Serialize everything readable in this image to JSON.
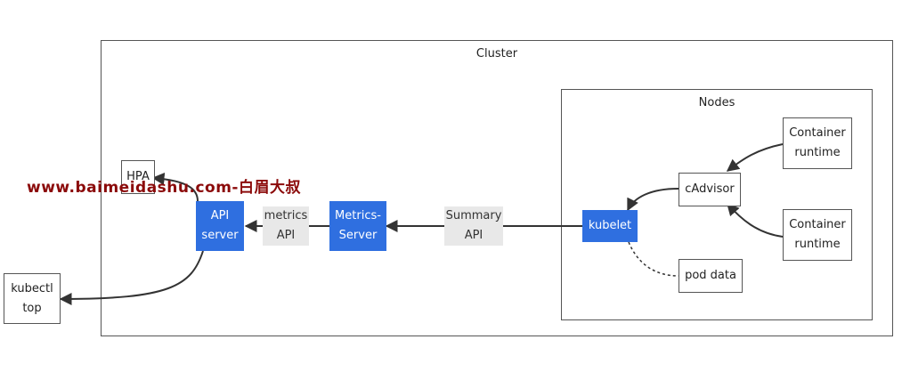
{
  "cluster": {
    "title": "Cluster"
  },
  "nodes_group": {
    "title": "Nodes"
  },
  "nodes": {
    "hpa": "HPA",
    "api_server": "API\nserver",
    "metrics_server": "Metrics-\nServer",
    "kubelet": "kubelet",
    "cadvisor": "cAdvisor",
    "container_runtime_1": "Container\nruntime",
    "container_runtime_2": "Container\nruntime",
    "pod_data": "pod data",
    "kubectl_top": "kubectl\ntop"
  },
  "edge_labels": {
    "metrics_api": "metrics\nAPI",
    "summary_api": "Summary\nAPI"
  },
  "watermark": "www.baimeidashu.com-白眉大叔",
  "colors": {
    "node_blue": "#2f6fe0",
    "border": "#555555",
    "watermark": "#8b0a0a"
  }
}
